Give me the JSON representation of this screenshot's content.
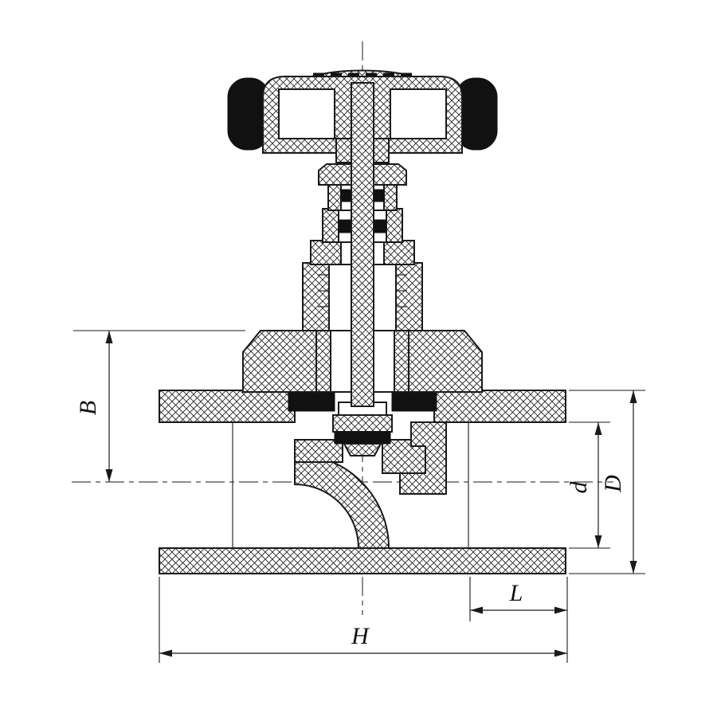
{
  "drawing": {
    "type": "technical-diagram",
    "subject": "globe-valve-cross-section",
    "labels": {
      "B": "B",
      "d": "d",
      "D": "D",
      "L": "L",
      "H": "H"
    },
    "colors": {
      "line": "#1a1a1a",
      "background": "#ffffff",
      "fill_black": "#111111"
    }
  }
}
